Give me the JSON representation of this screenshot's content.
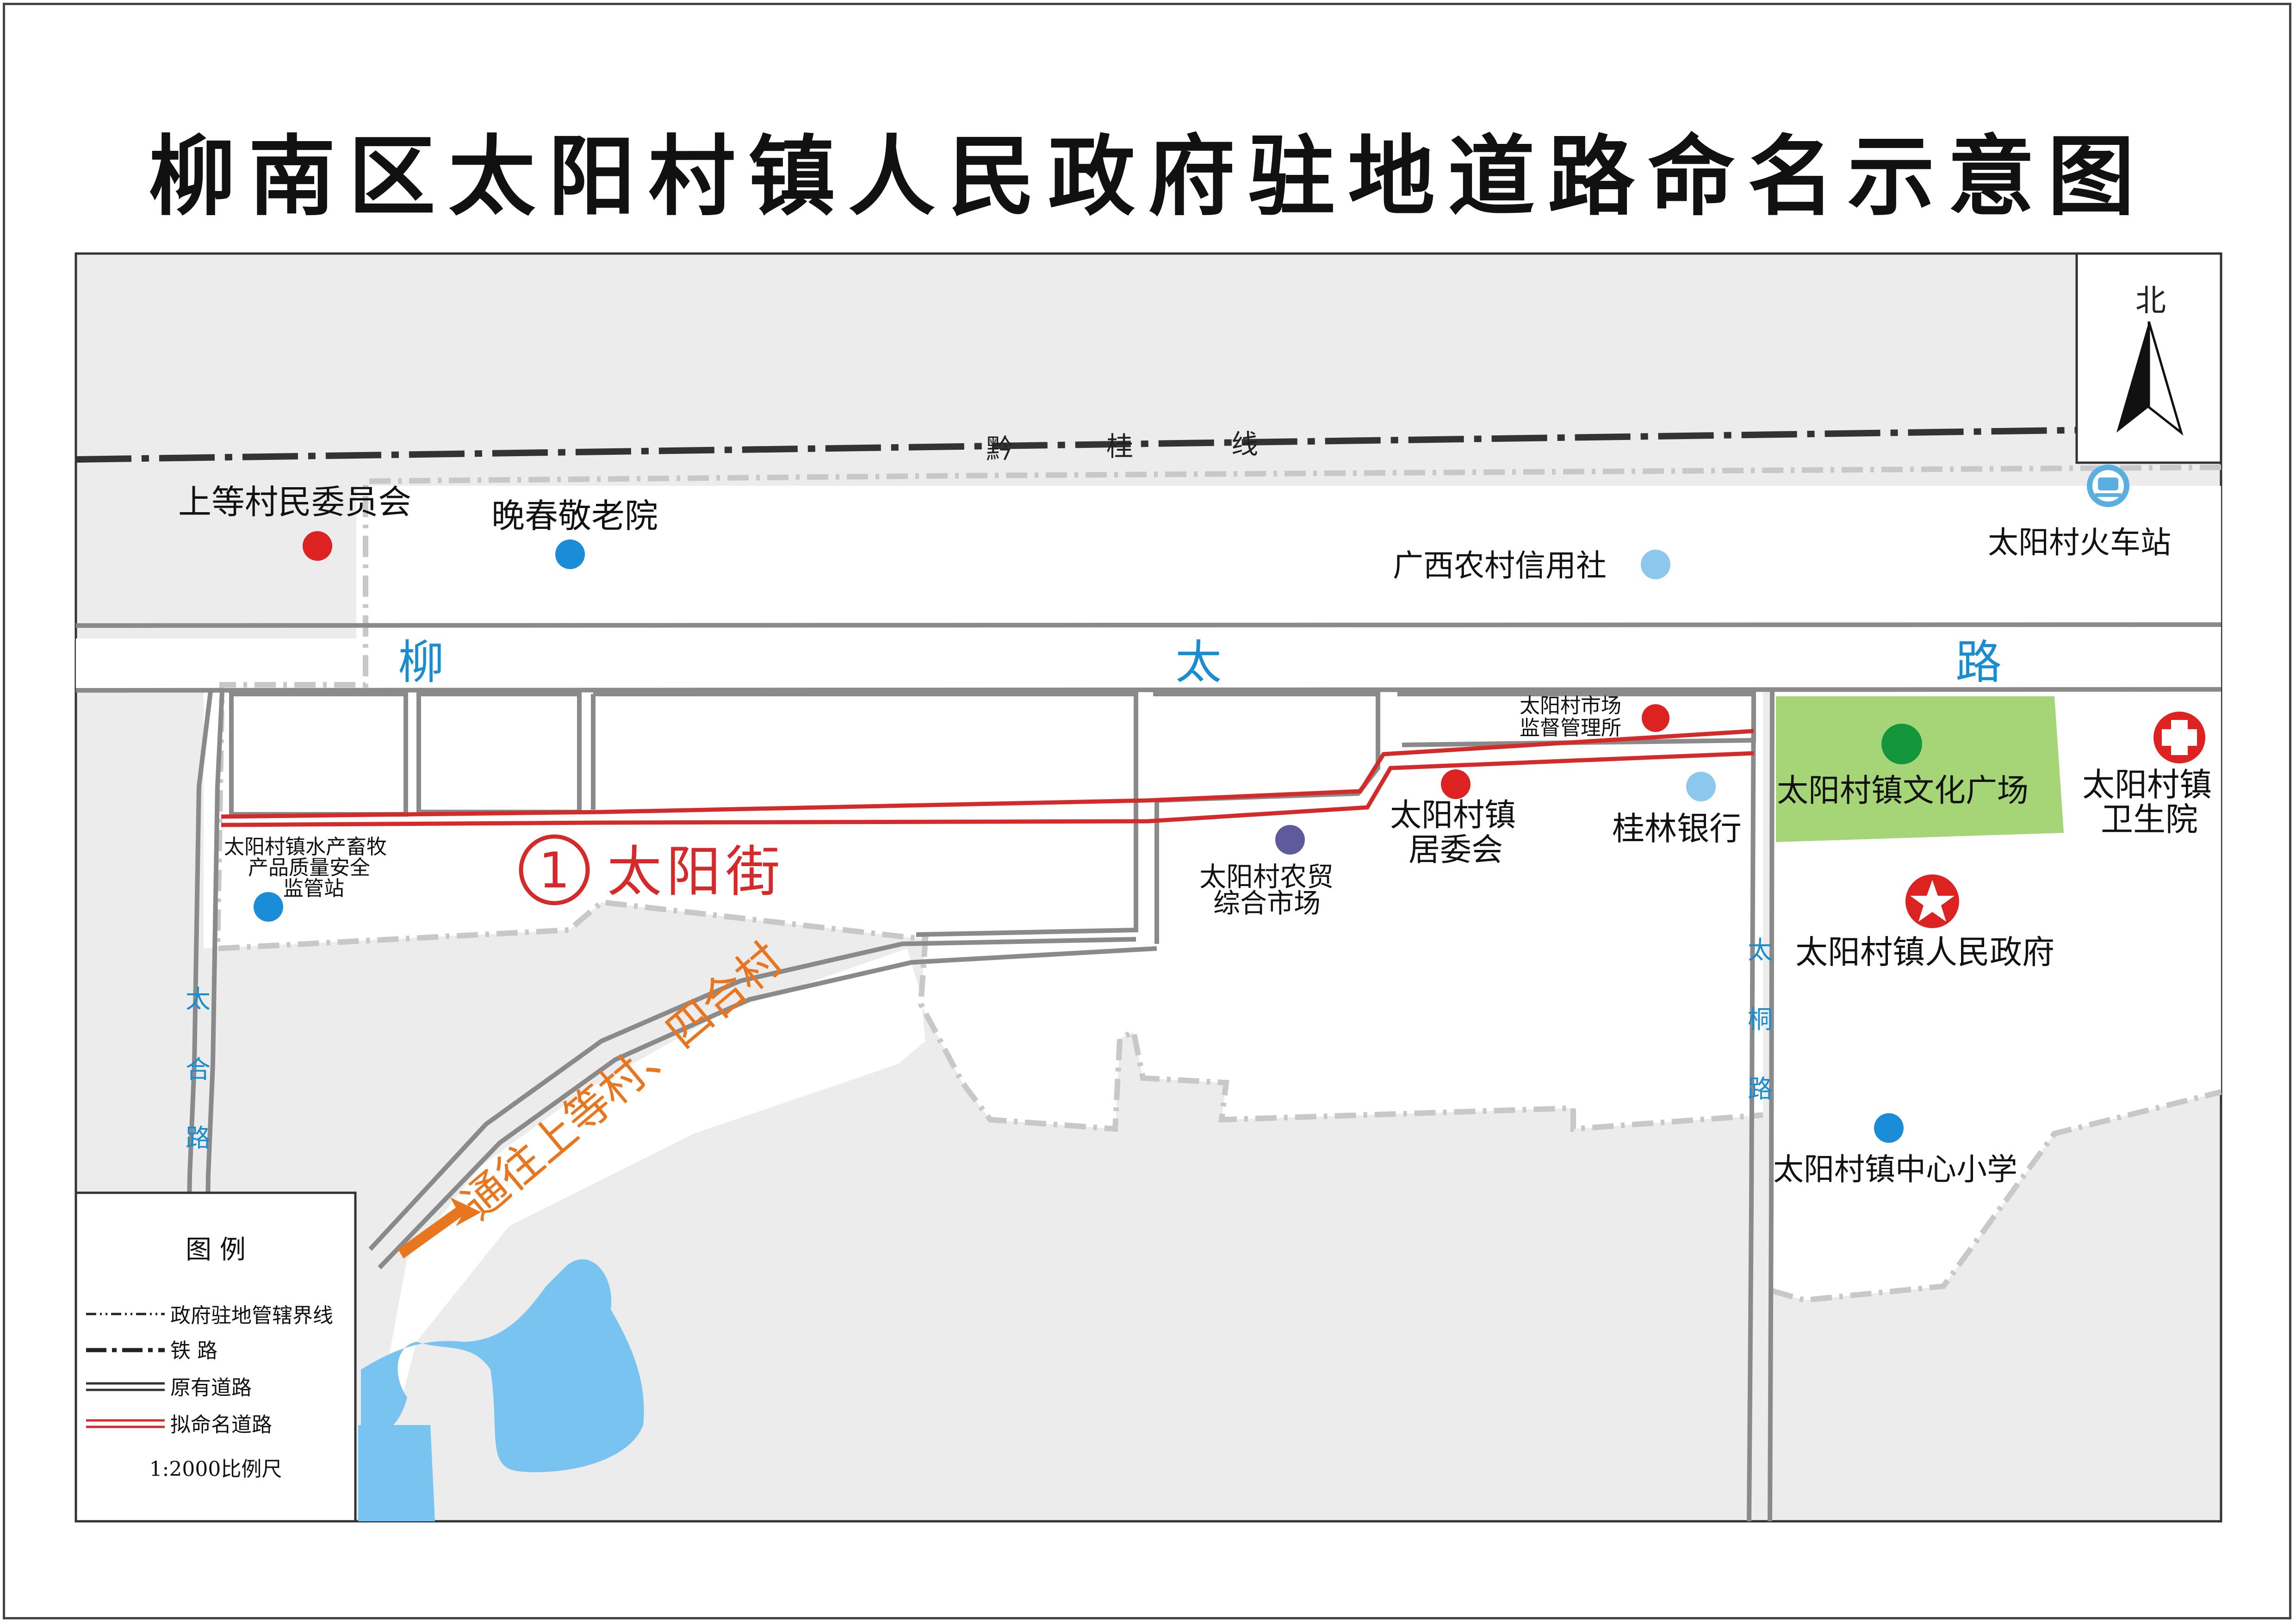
{
  "title": "柳南区太阳村镇人民政府驻地道路命名示意图",
  "compass": {
    "label": "北"
  },
  "railway": {
    "chars": [
      "黔",
      "桂",
      "线"
    ]
  },
  "roads": {
    "liutai": [
      "柳",
      "太",
      "路"
    ],
    "taihe": [
      "太",
      "合",
      "路"
    ],
    "taitong": [
      "太",
      "桐",
      "路"
    ]
  },
  "street": {
    "number": "1",
    "name": "太阳街"
  },
  "direction": {
    "label": "通往上等村、四合村"
  },
  "places": {
    "shangdeng": "上等村民委员会",
    "wanchun": "晚春敬老院",
    "xinyongshe": "广西农村信用社",
    "station": "太阳村火车站",
    "market_office_1": "太阳村市场",
    "market_office_2": "监督管理所",
    "bank": "桂林银行",
    "plaza": "太阳村镇文化广场",
    "clinic_1": "太阳村镇",
    "clinic_2": "卫生院",
    "gov": "太阳村镇人民政府",
    "juweihui_1": "太阳村镇",
    "juweihui_2": "居委会",
    "farm_market_1": "太阳村农贸",
    "farm_market_2": "综合市场",
    "aquatic_1": "太阳村镇水产畜牧",
    "aquatic_2": "产品质量安全",
    "aquatic_3": "监管站",
    "school": "太阳村镇中心小学"
  },
  "legend": {
    "title": "图  例",
    "items": [
      "政府驻地管辖界线",
      "铁  路",
      "原有道路",
      "拟命名道路"
    ],
    "scale": "1:2000比例尺"
  },
  "colors": {
    "background": "#ececec",
    "road_fill": "#ffffff",
    "road_edge": "#8a8a8a",
    "named_road": "#d42a2a",
    "water": "#78c3ef",
    "plaza": "#a5d577",
    "road_label": "#1a8cd0",
    "direction": "#e8761e",
    "poi_red": "#dd2222",
    "poi_blue": "#1a8cd8",
    "poi_light_blue": "#8cc8ee",
    "poi_purple": "#5e5a9c",
    "poi_green": "#14963c"
  }
}
